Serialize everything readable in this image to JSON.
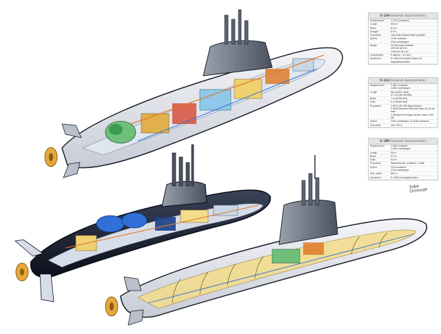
{
  "panels": [
    {
      "title": "U-214",
      "subtitle": "General characteristics",
      "rows": [
        {
          "k": "Displacement",
          "v": "1,700 t (surfaced)"
        },
        {
          "k": "Length",
          "v": "65.0 m"
        },
        {
          "k": "Beam",
          "v": "6.3 m"
        },
        {
          "k": "Draught",
          "v": "6.0 m"
        },
        {
          "k": "Propulsion",
          "v": "Low noise skewed-back propeller"
        },
        {
          "k": "Speed",
          "v": "12 kn surfaced\n20 kn submerged"
        },
        {
          "k": "Range",
          "v": "12,000 miles surfaced\n420 nmi @ 8 kn\n1248 nmi @ 4 kn"
        },
        {
          "k": "Complement",
          "v": "5 officers + 22 men"
        },
        {
          "k": "Armament",
          "v": "8 x 533 mm torpedo tubes, for torpedoes/missiles"
        }
      ]
    },
    {
      "title": "U-212",
      "subtitle": "General characteristics",
      "rows": [
        {
          "k": "Displacement",
          "v": "1,450 t surfaced\n1,830 t submerged"
        },
        {
          "k": "Length",
          "v": "56 m (183.7 feet)\n57.2 m (187.66 feet)"
        },
        {
          "k": "Beam",
          "v": "7 m (22.96 feet)"
        },
        {
          "k": "Draft",
          "v": "6 m (19.69 feet)"
        },
        {
          "k": "Propulsion",
          "v": "1 MTU 16V 396 diesel engine\n9 HDW/Siemens PEM fuel cells, 30-40 kW each\n1 Siemens Permasyn electric motor 1700 kW"
        },
        {
          "k": "Speed",
          "v": "20 kn submerged, 12 knots surfaced"
        },
        {
          "k": "Test depth",
          "v": "over 700 m"
        }
      ]
    },
    {
      "title": "U-209",
      "subtitle": "General characteristics",
      "rows": [
        {
          "k": "Displacement",
          "v": "1,000 t surfaced\n1,285 t submerged"
        },
        {
          "k": "Length",
          "v": "56 m"
        },
        {
          "k": "Beam",
          "v": "6.2 m"
        },
        {
          "k": "Draft",
          "v": "5.5 m"
        },
        {
          "k": "Propulsion",
          "v": "Diesel-electric, 4 diesels, 1 shaft"
        },
        {
          "k": "Speed",
          "v": "11 kn surfaced\n22 kn submerged"
        },
        {
          "k": "Max. depth",
          "v": "500 m"
        },
        {
          "k": "Armament",
          "v": "8 x 533 mm torpedo tubes"
        }
      ]
    }
  ],
  "signature": "Tobe\nGrimage",
  "colors": {
    "hull_interior": "#e6e8ee",
    "hull_outline": "#1a1e2a",
    "dark_hull": "#101522",
    "tower": "#6b7280",
    "propeller": "#e6a83a",
    "machinery_green": "#6dbf7a",
    "machinery_blue": "#2f6fd6",
    "piping_orange": "#e07a2a",
    "yellow_interior": "#f3dc8a"
  }
}
